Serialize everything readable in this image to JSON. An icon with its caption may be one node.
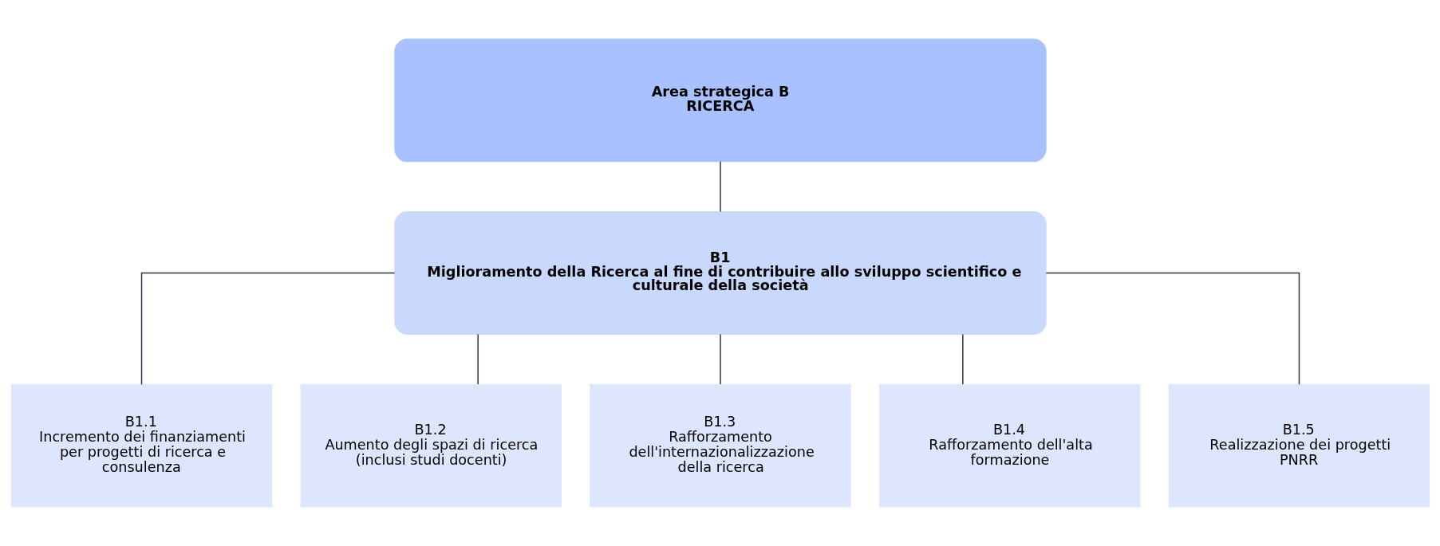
{
  "diagram": {
    "nodes": [
      {
        "text": [
          "Area strategica B",
          "RICERCA"
        ]
      },
      {
        "text": [
          "B1",
          "Miglioramento della Ricerca al fine di contribuire allo sviluppo scientifico e culturale della società"
        ]
      },
      {
        "text": [
          "B1.1",
          "Incremento dei finanziamenti per progetti di ricerca e consulenza"
        ]
      },
      {
        "text": [
          "B1.2",
          "Aumento degli spazi di ricerca (inclusi studi docenti)"
        ]
      },
      {
        "text": [
          "B1.3",
          "Rafforzamento dell'internazionalizzazione della ricerca"
        ]
      },
      {
        "text": [
          "B1.4",
          "Rafforzamento dell'alta formazione"
        ]
      },
      {
        "text": [
          "B1.5",
          "Realizzazione dei progetti PNRR"
        ]
      }
    ],
    "edges": [
      {
        "from": 0,
        "to": 1,
        "arrow": "none"
      },
      {
        "from": 1,
        "to": 2,
        "arrow": "none"
      },
      {
        "from": 1,
        "to": 3,
        "arrow": "none"
      },
      {
        "from": 1,
        "to": 4,
        "arrow": "none"
      },
      {
        "from": 1,
        "to": 5,
        "arrow": "none"
      },
      {
        "from": 1,
        "to": 6,
        "arrow": "none"
      }
    ]
  }
}
